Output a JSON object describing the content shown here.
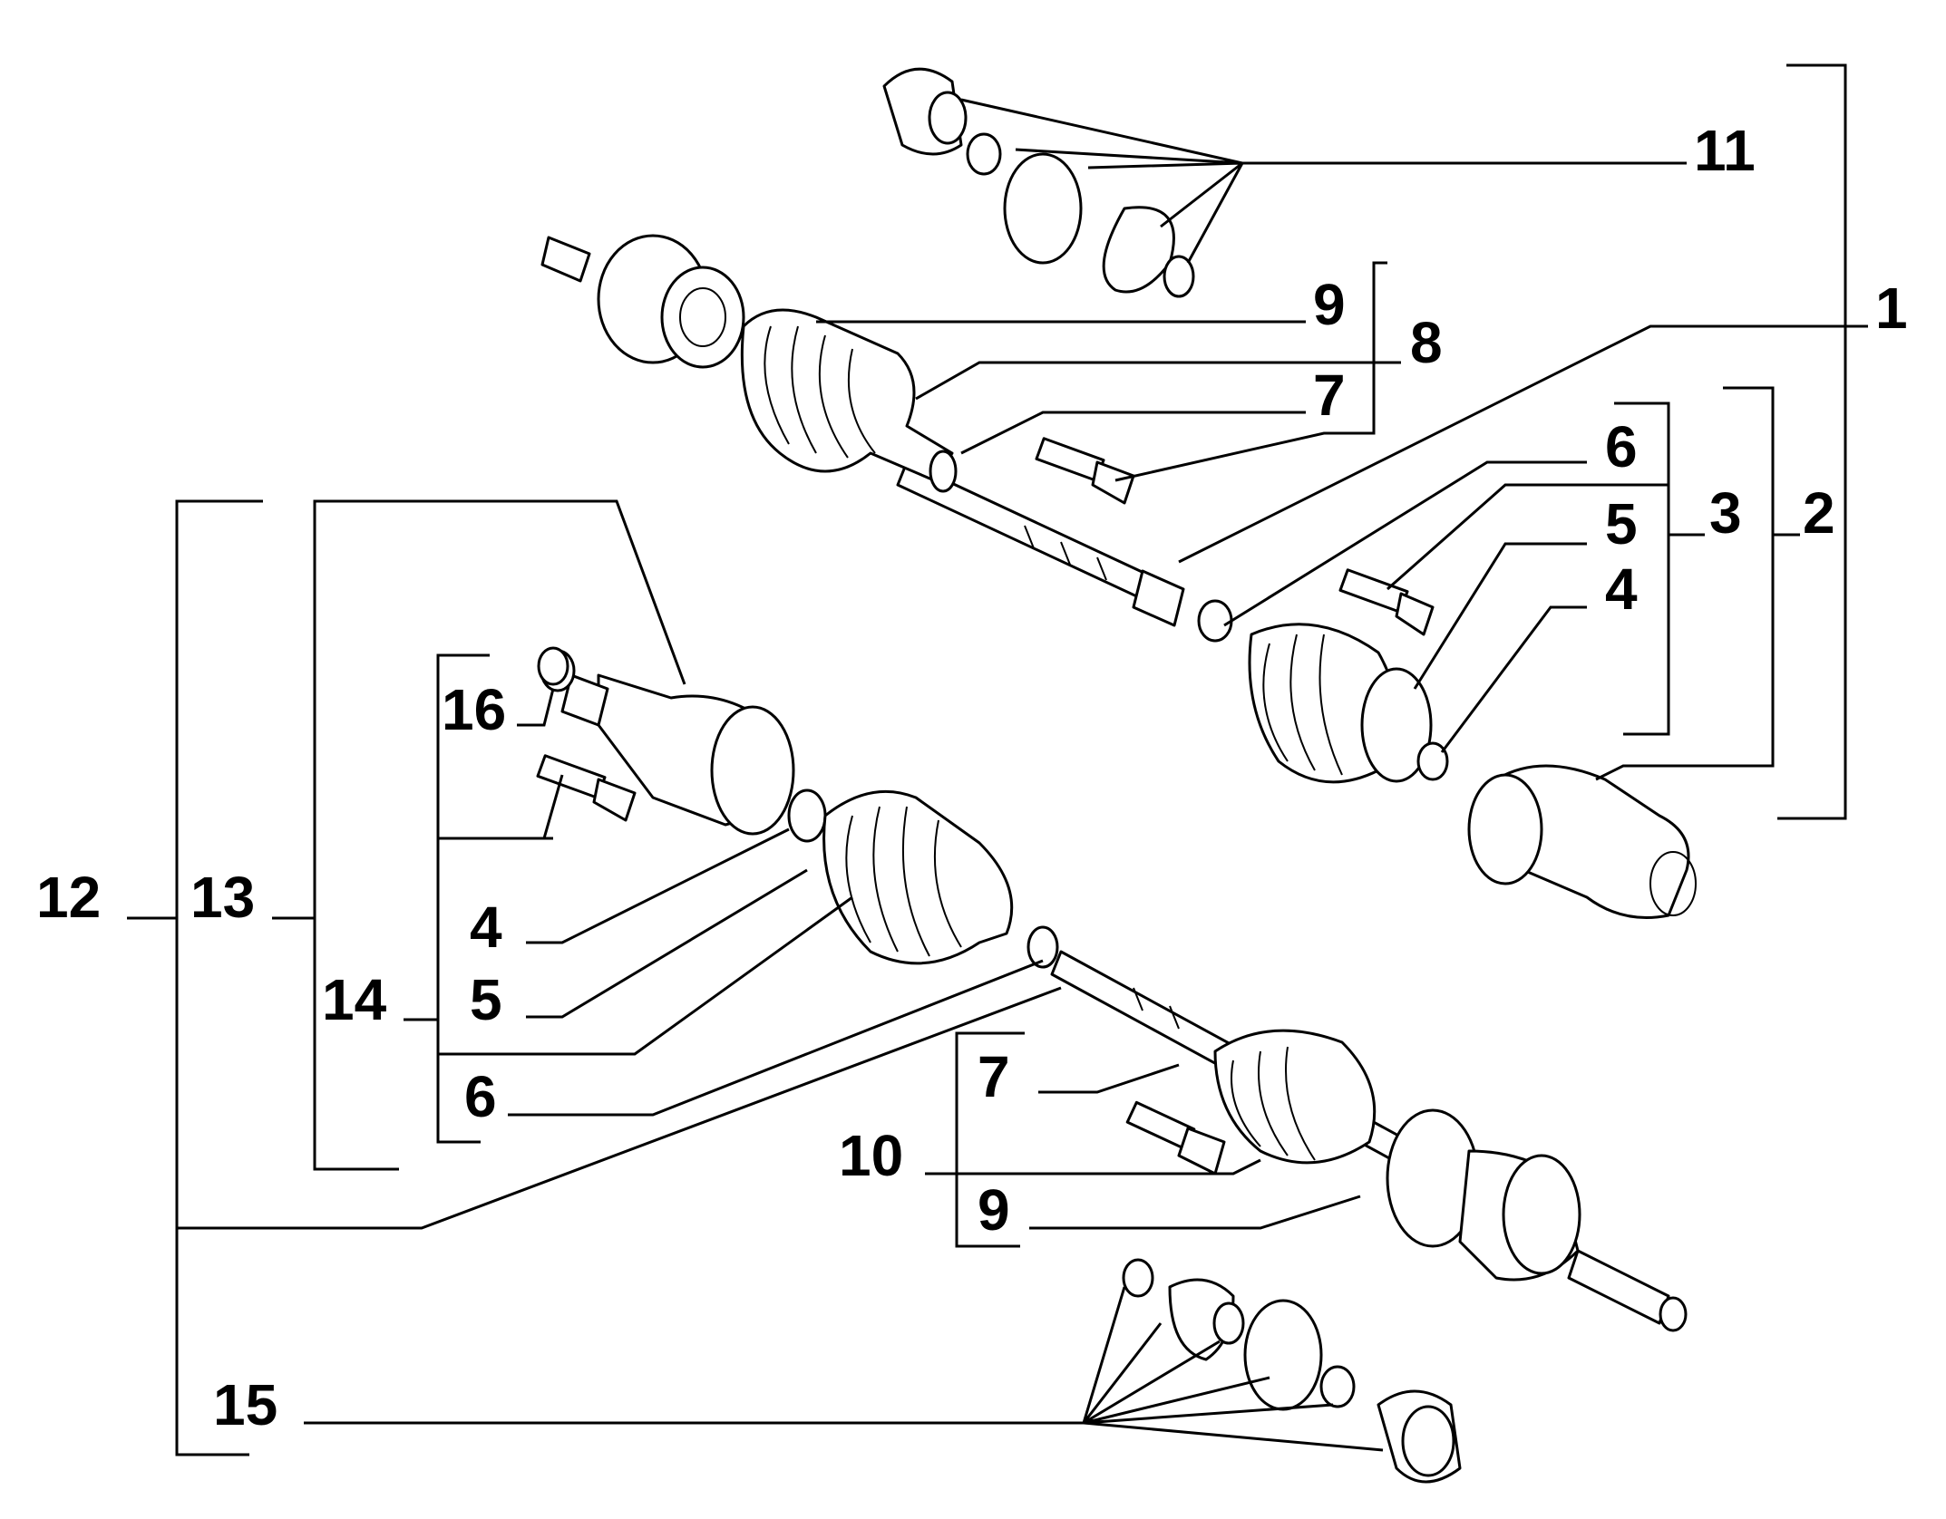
{
  "labels": {
    "l1": "1",
    "l2": "2",
    "l3": "3",
    "l4a": "4",
    "l4b": "4",
    "l5a": "5",
    "l5b": "5",
    "l6a": "6",
    "l6b": "6",
    "l7a": "7",
    "l7b": "7",
    "l8": "8",
    "l9a": "9",
    "l9b": "9",
    "l10": "10",
    "l11": "11",
    "l12": "12",
    "l13": "13",
    "l14": "14",
    "l15": "15",
    "l16": "16"
  },
  "colors": {
    "ink": "#000000",
    "paper": "#ffffff"
  }
}
